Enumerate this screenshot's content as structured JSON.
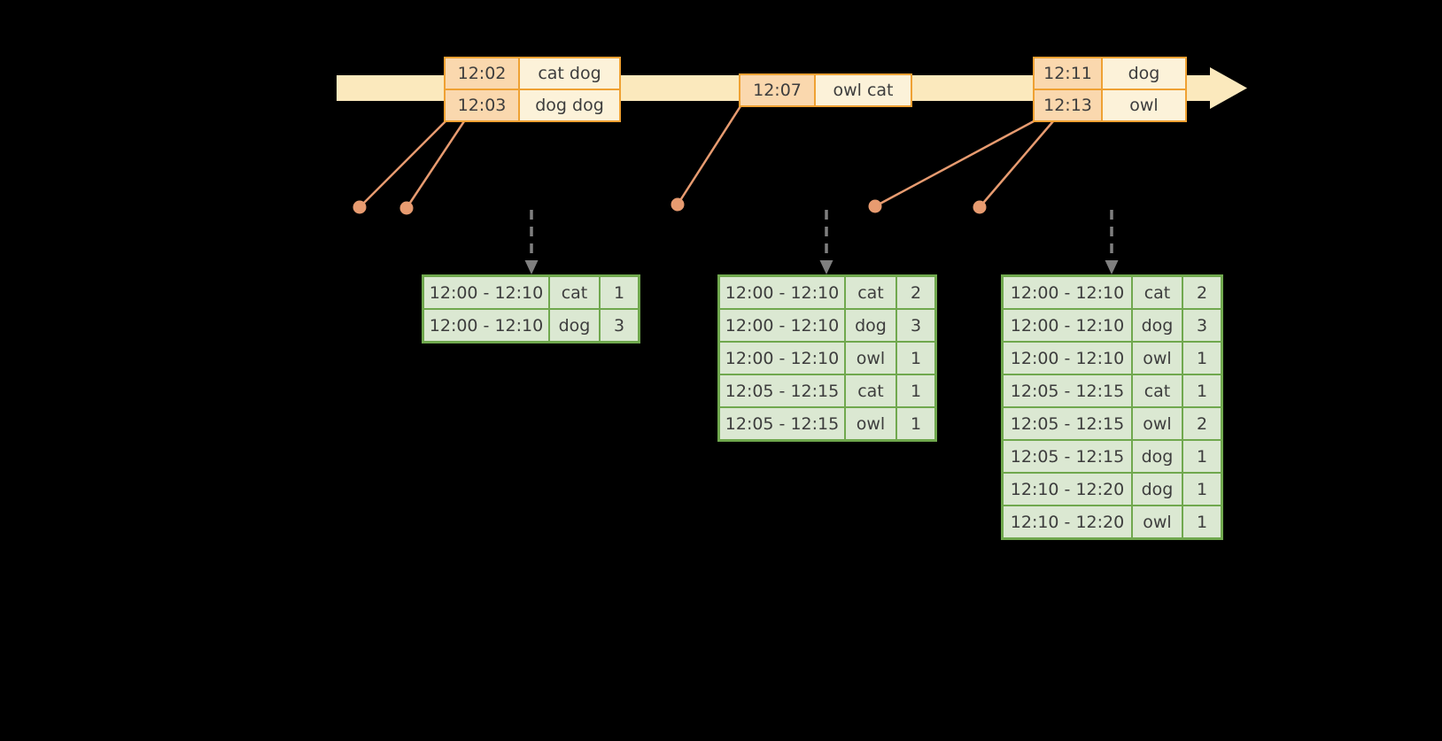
{
  "colors": {
    "background": "#000000",
    "timeline_fill": "#FBE9BD",
    "event_table_border": "#EFA133",
    "event_time_cell_fill": "#FAD8AE",
    "event_words_cell_fill": "#FCF2D9",
    "connector_line": "#E79B70",
    "event_dot": "#E79B70",
    "trigger_arrow": "#7F7F7F",
    "result_table_border": "#70A84E",
    "result_cell_fill": "#DBE8D2",
    "text": "#3D3D3D"
  },
  "icons": {
    "timeline_arrow": "timeline-arrow-right",
    "event_dot": "event-dot",
    "trigger_arrow": "dashed-down-arrow"
  },
  "timeline": {
    "events": [
      {
        "rows": [
          {
            "time": "12:02",
            "words": "cat dog"
          },
          {
            "time": "12:03",
            "words": "dog dog"
          }
        ]
      },
      {
        "rows": [
          {
            "time": "12:07",
            "words": "owl cat"
          }
        ]
      },
      {
        "rows": [
          {
            "time": "12:11",
            "words": "dog"
          },
          {
            "time": "12:13",
            "words": "owl"
          }
        ]
      }
    ]
  },
  "result_tables": [
    {
      "rows": [
        {
          "window": "12:00 - 12:10",
          "word": "cat",
          "count": "1"
        },
        {
          "window": "12:00 - 12:10",
          "word": "dog",
          "count": "3"
        }
      ]
    },
    {
      "rows": [
        {
          "window": "12:00 - 12:10",
          "word": "cat",
          "count": "2"
        },
        {
          "window": "12:00 - 12:10",
          "word": "dog",
          "count": "3"
        },
        {
          "window": "12:00 - 12:10",
          "word": "owl",
          "count": "1"
        },
        {
          "window": "12:05 - 12:15",
          "word": "cat",
          "count": "1"
        },
        {
          "window": "12:05 - 12:15",
          "word": "owl",
          "count": "1"
        }
      ]
    },
    {
      "rows": [
        {
          "window": "12:00 - 12:10",
          "word": "cat",
          "count": "2"
        },
        {
          "window": "12:00 - 12:10",
          "word": "dog",
          "count": "3"
        },
        {
          "window": "12:00 - 12:10",
          "word": "owl",
          "count": "1"
        },
        {
          "window": "12:05 - 12:15",
          "word": "cat",
          "count": "1"
        },
        {
          "window": "12:05 - 12:15",
          "word": "owl",
          "count": "2"
        },
        {
          "window": "12:05 - 12:15",
          "word": "dog",
          "count": "1"
        },
        {
          "window": "12:10 - 12:20",
          "word": "dog",
          "count": "1"
        },
        {
          "window": "12:10 - 12:20",
          "word": "owl",
          "count": "1"
        }
      ]
    }
  ]
}
